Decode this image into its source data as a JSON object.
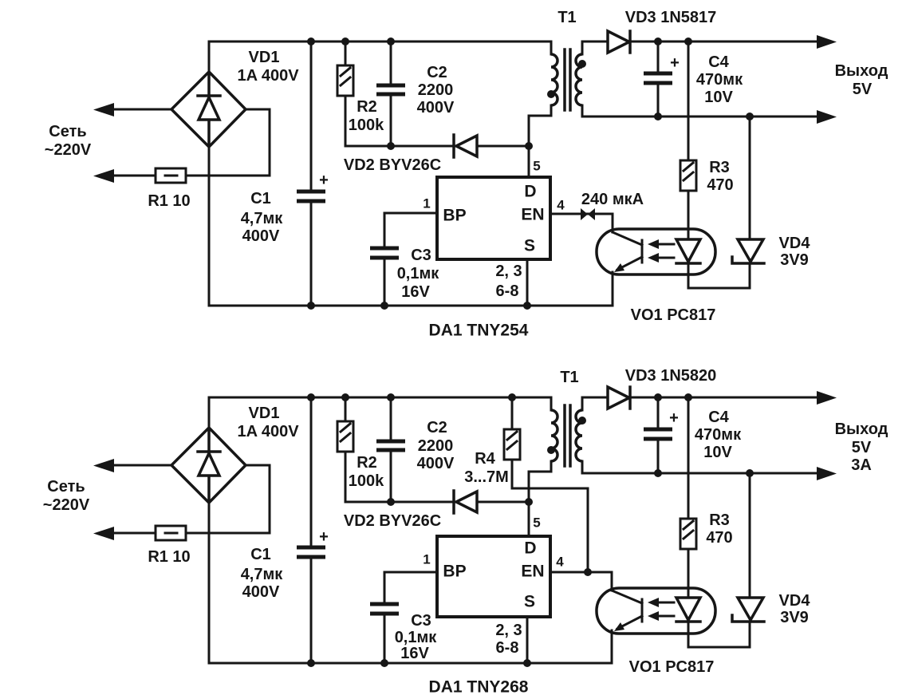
{
  "meta": {
    "kind": "power-supply-schematics",
    "ink": "#161616",
    "paper": "#ffffff"
  },
  "circuit_top": {
    "mains_name": "Сеть",
    "mains_voltage": "~220V",
    "r1_label": "R1 10",
    "vd1_ref": "VD1",
    "vd1_rating": "1A 400V",
    "c1_ref": "C1",
    "c1_value": "4,7мк",
    "c1_voltage": "400V",
    "c1_plus": "+",
    "r2_ref": "R2",
    "r2_value": "100k",
    "c2_ref": "C2",
    "c2_value": "2200",
    "c2_voltage": "400V",
    "vd2_label": "VD2 BYV26C",
    "pin1": "1",
    "pin4": "4",
    "pin5": "5",
    "pins_23": "2, 3",
    "pins_68": "6-8",
    "pin_bp": "BP",
    "pin_d": "D",
    "pin_en": "EN",
    "pin_s": "S",
    "c3_ref": "C3",
    "c3_value": "0,1мк",
    "c3_voltage": "16V",
    "ic_label": "DA1 TNY254",
    "t1_label": "T1",
    "vd3_label": "VD3 1N5817",
    "c4_ref": "C4",
    "c4_value": "470мк",
    "c4_voltage": "10V",
    "c4_plus": "+",
    "out_title": "Выход",
    "out_voltage": "5V",
    "r3_ref": "R3",
    "r3_value": "470",
    "en_current": "240 мкА",
    "opto_label": "VO1 PC817",
    "vd4_ref": "VD4",
    "vd4_value": "3V9"
  },
  "circuit_bottom": {
    "mains_name": "Сеть",
    "mains_voltage": "~220V",
    "r1_label": "R1 10",
    "vd1_ref": "VD1",
    "vd1_rating": "1A 400V",
    "c1_ref": "C1",
    "c1_value": "4,7мк",
    "c1_voltage": "400V",
    "c1_plus": "+",
    "r2_ref": "R2",
    "r2_value": "100k",
    "c2_ref": "C2",
    "c2_value": "2200",
    "c2_voltage": "400V",
    "r4_ref": "R4",
    "r4_value": "3...7M",
    "vd2_label": "VD2 BYV26C",
    "pin1": "1",
    "pin4": "4",
    "pin5": "5",
    "pins_23": "2, 3",
    "pins_68": "6-8",
    "pin_bp": "BP",
    "pin_d": "D",
    "pin_en": "EN",
    "pin_s": "S",
    "c3_ref": "C3",
    "c3_value": "0,1мк",
    "c3_voltage": "16V",
    "ic_label": "DA1 TNY268",
    "t1_label": "T1",
    "vd3_label": "VD3 1N5820",
    "c4_ref": "C4",
    "c4_value": "470мк",
    "c4_voltage": "10V",
    "c4_plus": "+",
    "out_title": "Выход",
    "out_voltage": "5V",
    "out_current": "3A",
    "r3_ref": "R3",
    "r3_value": "470",
    "opto_label": "VO1 PC817",
    "vd4_ref": "VD4",
    "vd4_value": "3V9"
  }
}
